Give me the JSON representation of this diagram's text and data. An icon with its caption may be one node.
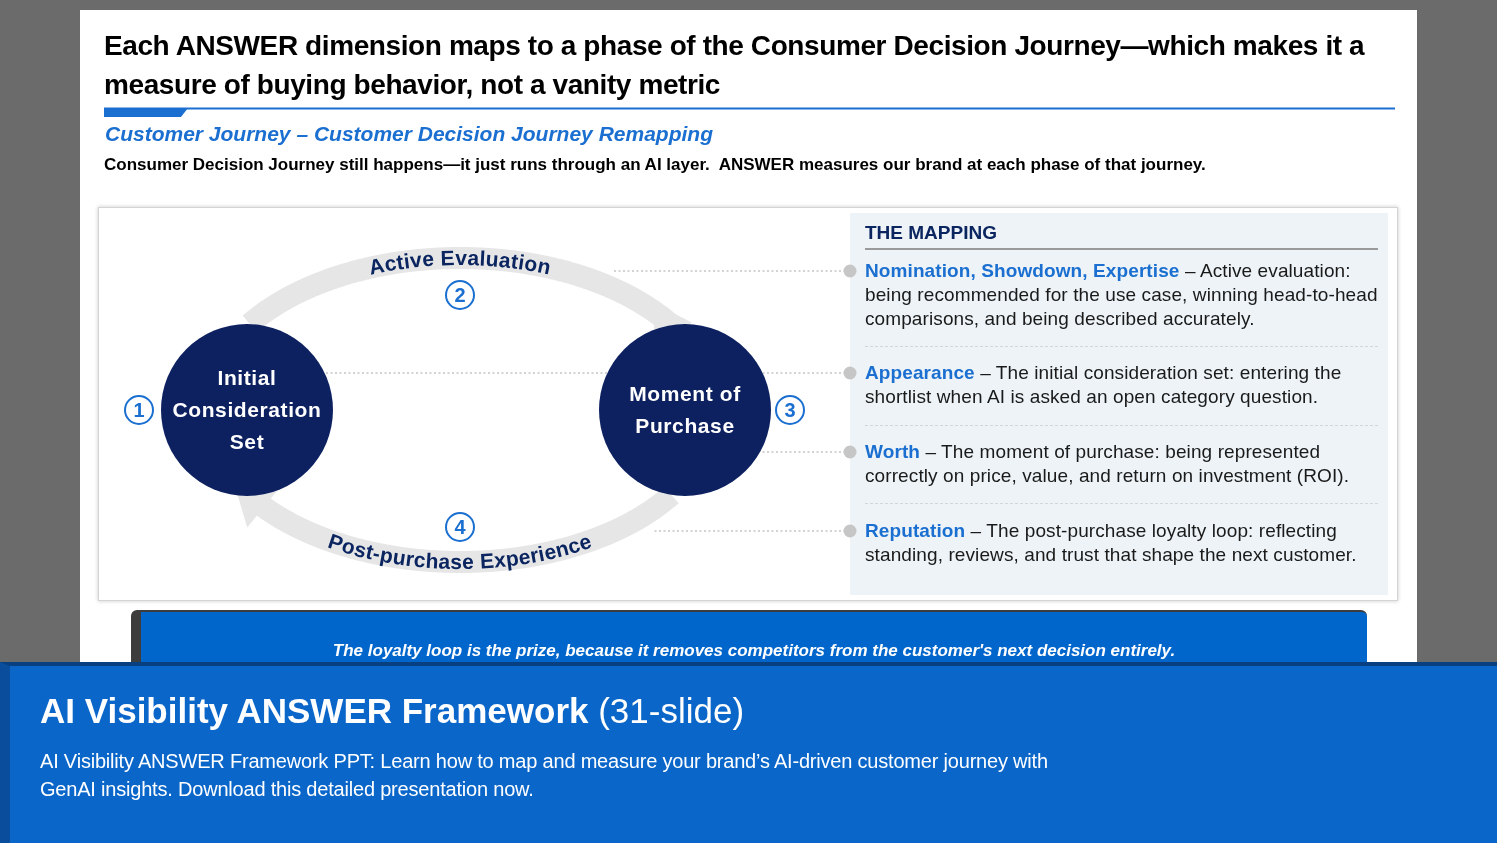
{
  "diagram": {
    "title": "Each ANSWER dimension maps to a phase of the Consumer Decision Journey—which makes it a measure of buying behavior, not a vanity metric",
    "nodes": [
      {
        "text": [
          "1"
        ]
      },
      {
        "text": [
          "Initial Consideration Set"
        ]
      },
      {
        "text": [
          "2"
        ]
      },
      {
        "text": [
          "Moment of Purchase"
        ]
      },
      {
        "text": [
          "3"
        ]
      },
      {
        "text": [
          "4"
        ]
      },
      {
        "text": [
          "THE MAPPING"
        ]
      },
      {
        "text": [
          "**Nomination, Showdown, Expertise** – Active evaluation: being recommended for the use case, winning head-to-head comparisons, and being described accurately."
        ],
        "in": 6
      },
      {
        "text": [
          "**Appearance** – The initial consideration set: entering the shortlist when AI is asked an open category question."
        ],
        "in": 6
      },
      {
        "text": [
          "**Worth** – The moment of purchase: being represented correctly on price, value, and return on investment (ROI)."
        ],
        "in": 6
      },
      {
        "text": [
          "**Reputation** – The post-purchase loyalty loop: reflecting standing, reviews, and trust that shape the next customer."
        ],
        "in": 6
      },
      {
        "text": [
          "The loyalty loop is the prize, because it removes competitors from the customer's next decision entirely."
        ]
      },
      {
        "text": [
          "**AI Visibility ANSWER Framework** (31-slide)",
          "AI Visibility ANSWER Framework PPT: Learn how to map and measure your brand’s AI-driven customer journey with GenAI insights. Download this detailed presentation now."
        ]
      }
    ],
    "edges": [
      {
        "from": 1,
        "to": 3,
        "arrow": "to",
        "label": "Active Evaluation",
        "style": "thick",
        "color": "#e6e6e6"
      },
      {
        "from": 3,
        "to": 1,
        "arrow": "to",
        "label": "Post-purchase Experience",
        "style": "thick",
        "color": "#e6e6e6"
      },
      {
        "from": 7,
        "to": null,
        "arrow": "other",
        "style": "dashed"
      },
      {
        "from": 8,
        "to": 1,
        "arrow": "other",
        "style": "dashed"
      },
      {
        "from": 9,
        "to": 3,
        "arrow": "other",
        "style": "dashed"
      },
      {
        "from": 10,
        "to": null,
        "arrow": "other",
        "style": "dashed"
      }
    ],
    "labels": [
      "Customer Journey – Customer Decision Journey Remapping",
      "Consumer Decision Journey still happens—it just runs through an AI layer.  ANSWER measures our brand at each phase of that journey."
    ]
  }
}
